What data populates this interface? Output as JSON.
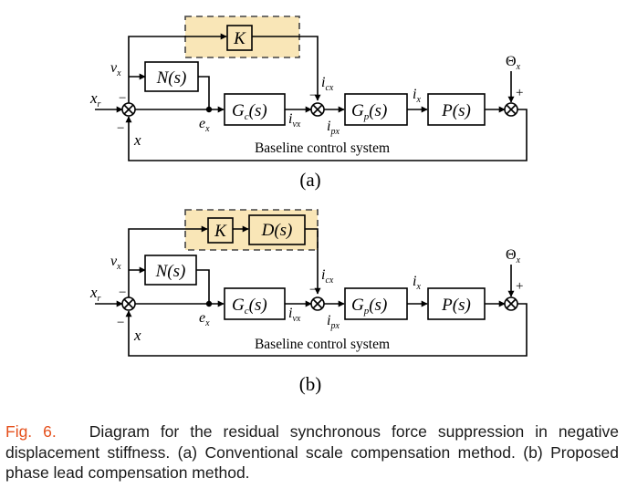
{
  "diagrams": [
    {
      "label": "(a)",
      "compensator_blocks": [
        "K"
      ],
      "blocks": {
        "N": "N(s)",
        "Gc": "G",
        "Gc_paren": "(s)",
        "Gp": "G",
        "Gp_paren": "(s)",
        "P": "P(s)"
      },
      "signals": {
        "vx": "v",
        "vx_sub": "x",
        "xr": "x",
        "xr_sub": "r",
        "x_fb": "x",
        "ex": "e",
        "ex_sub": "x",
        "icx": "i",
        "icx_sub": "cx",
        "ivx": "i",
        "ivx_sub": "vx",
        "ipx": "i",
        "ipx_sub": "px",
        "ix": "i",
        "ix_sub": "x",
        "theta": "Θ",
        "theta_sub": "x"
      },
      "caption_label": "Baseline control system"
    },
    {
      "label": "(b)",
      "compensator_blocks": [
        "K",
        "D(s)"
      ],
      "blocks": {
        "N": "N(s)",
        "Gc": "G",
        "Gc_paren": "(s)",
        "Gp": "G",
        "Gp_paren": "(s)",
        "P": "P(s)"
      },
      "signals": {
        "vx": "v",
        "vx_sub": "x",
        "xr": "x",
        "xr_sub": "r",
        "x_fb": "x",
        "ex": "e",
        "ex_sub": "x",
        "icx": "i",
        "icx_sub": "cx",
        "ivx": "i",
        "ivx_sub": "vx",
        "ipx": "i",
        "ipx_sub": "px",
        "ix": "i",
        "ix_sub": "x",
        "theta": "Θ",
        "theta_sub": "x"
      },
      "caption_label": "Baseline control system"
    }
  ],
  "sum_signs": {
    "minus": "−",
    "plus": "+"
  },
  "colors": {
    "compensator_fill": "#f9e6b7",
    "caption_label": "#e5501c",
    "caption_text": "#1a1a1a"
  },
  "caption": {
    "label": "Fig. 6.",
    "text": "Diagram for the residual synchronous force suppression in negative displacement stiffness. (a) Conventional scale compensation method. (b) Proposed phase lead compensation method."
  }
}
